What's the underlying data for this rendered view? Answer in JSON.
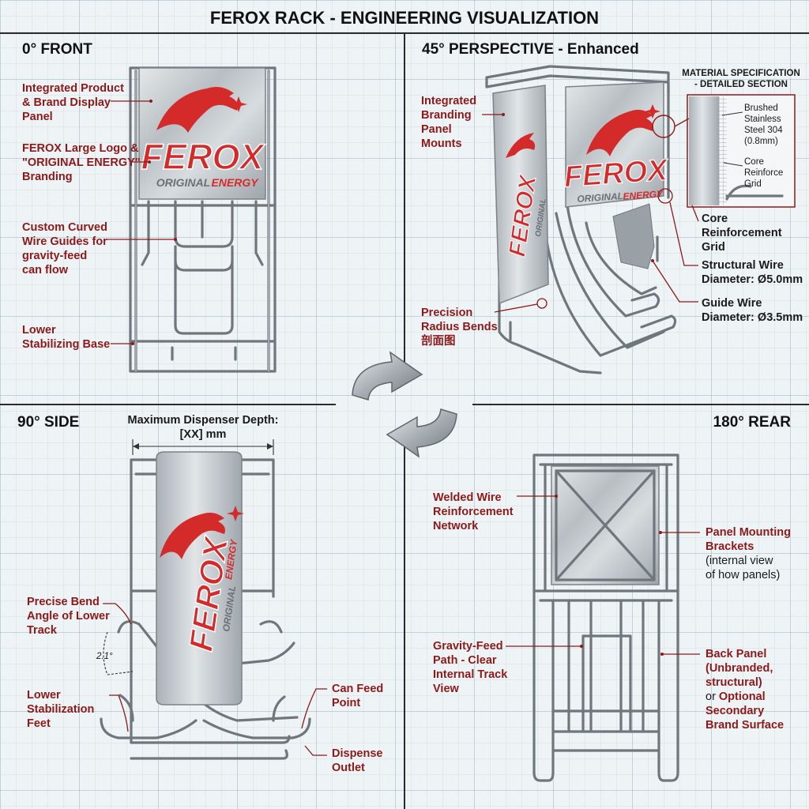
{
  "title": "FEROX RACK - ENGINEERING VISUALIZATION",
  "brand": {
    "name": "FEROX",
    "tagline_a": "ORIGINAL",
    "tagline_b": "ENERGY",
    "color": "#d42a2a"
  },
  "colors": {
    "annotation": "#8b1a1a",
    "steel": "#b9bfc3",
    "wire": "#6f767c"
  },
  "views": {
    "front": {
      "title": "0° FRONT",
      "labels": {
        "panel": [
          "Integrated Product",
          "& Brand Display",
          "Panel"
        ],
        "logo": [
          "FEROX Large Logo &",
          "\"ORIGINAL ENERGY\"",
          "Branding"
        ],
        "guides": [
          "Custom Curved",
          "Wire Guides for",
          "gravity-feed",
          "can flow"
        ],
        "base": [
          "Lower",
          "Stabilizing Base"
        ]
      }
    },
    "perspective": {
      "title": "45° PERSPECTIVE - Enhanced",
      "labels": {
        "mounts": [
          "Integrated",
          "Branding",
          "Panel",
          "Mounts"
        ],
        "bends": [
          "Precision",
          "Radius Bends",
          "剖面图"
        ],
        "core": [
          "Core",
          "Reinforcement",
          "Grid"
        ],
        "struct_wire": [
          "Structural Wire",
          "Diameter: Ø5.0mm"
        ],
        "guide_wire": [
          "Guide Wire",
          "Diameter: Ø3.5mm"
        ]
      },
      "material": {
        "title": [
          "MATERIAL SPECIFICATION",
          "- DETAILED SECTION"
        ],
        "steel": [
          "Brushed",
          "Stainless",
          "Steel 304",
          "(0.8mm)"
        ],
        "grid": [
          "Core",
          "Reinforce",
          "Grid"
        ]
      }
    },
    "side": {
      "title": "90° SIDE",
      "depth": [
        "Maximum Dispenser Depth:",
        "[XX] mm"
      ],
      "angle": "2.1°",
      "labels": {
        "bend": [
          "Precise Bend",
          "Angle of Lower",
          "Track"
        ],
        "feet": [
          "Lower",
          "Stabilization",
          "Feet"
        ],
        "feed": [
          "Can Feed",
          "Point"
        ],
        "outlet": [
          "Dispense",
          "Outlet"
        ]
      }
    },
    "rear": {
      "title": "180° REAR",
      "labels": {
        "welded": [
          "Welded Wire",
          "Reinforcement",
          "Network"
        ],
        "brackets": [
          "Panel Mounting",
          "Brackets"
        ],
        "brackets_note": [
          "(internal view",
          "of how panels)"
        ],
        "gravity": [
          "Gravity-Feed",
          "Path - Clear",
          "Internal Track",
          "View"
        ],
        "back": [
          "Back Panel",
          "(Unbranded,",
          "structural)"
        ],
        "back_or": "or",
        "back_opt": "Optional",
        "back_opt2": [
          "Secondary",
          "Brand Surface"
        ]
      }
    }
  }
}
